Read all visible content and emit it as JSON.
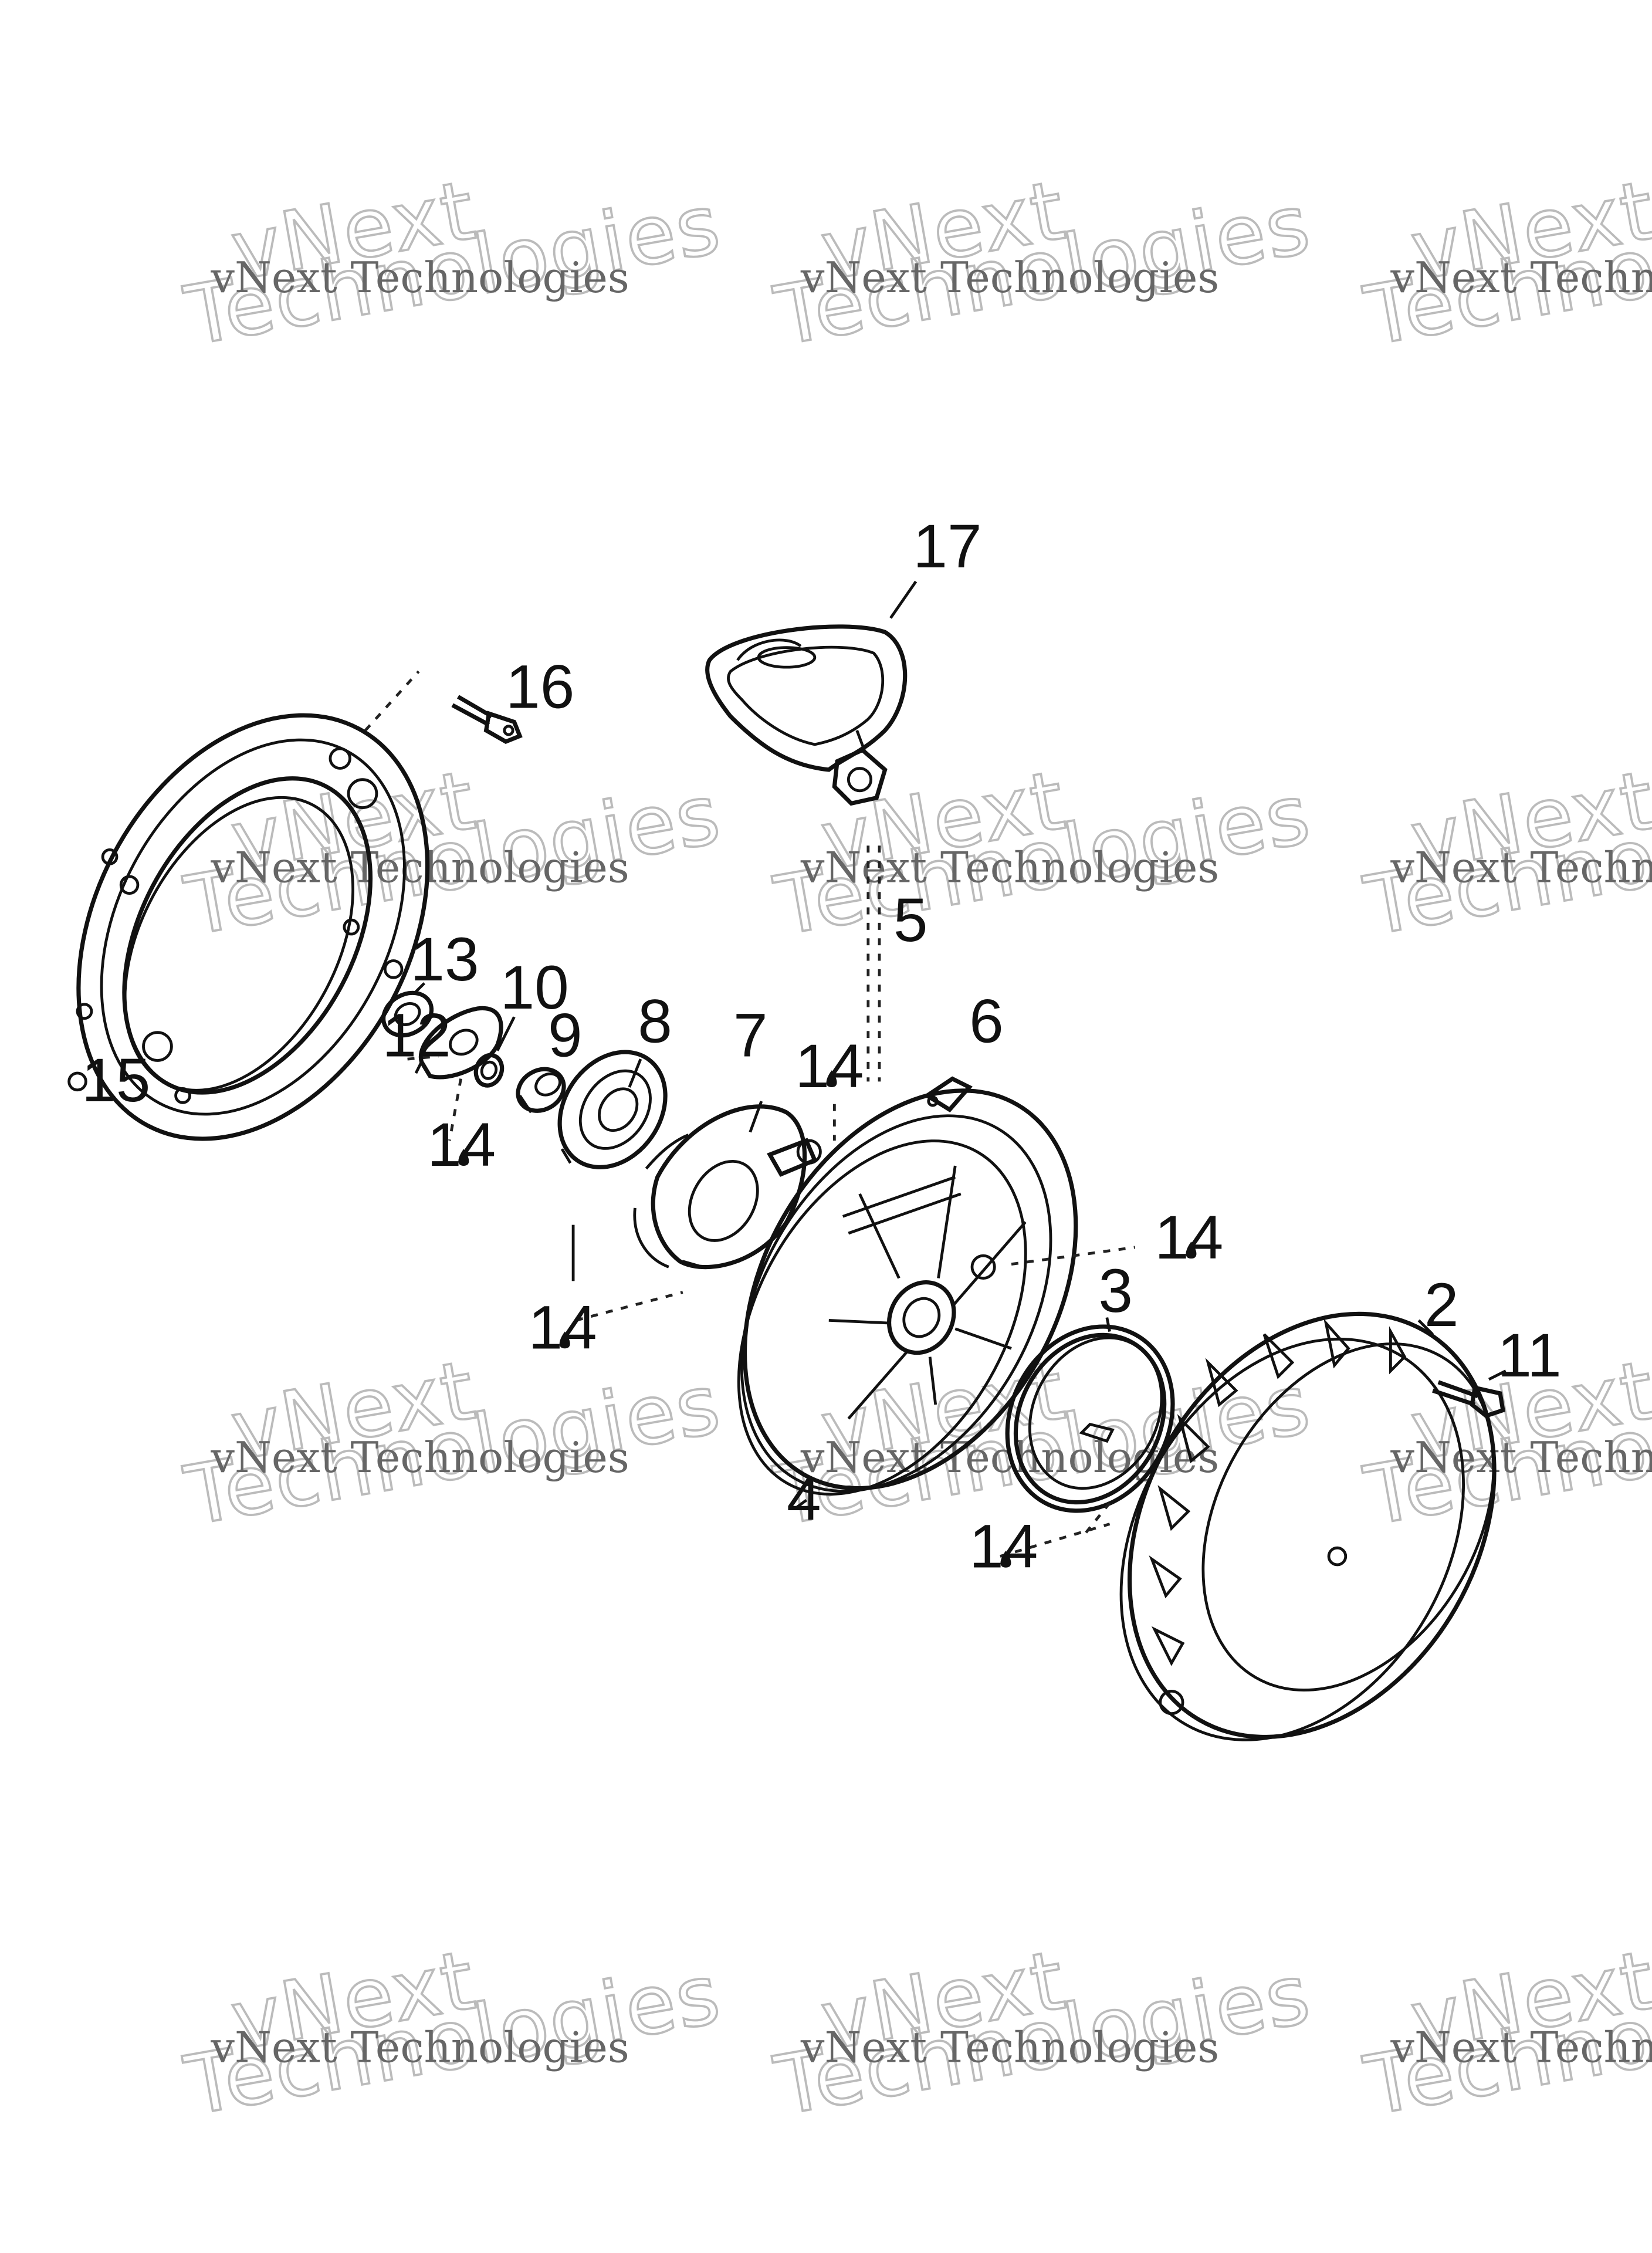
{
  "diagram": {
    "callouts": [
      {
        "id": "c17",
        "text": "17"
      },
      {
        "id": "c16",
        "text": "16"
      },
      {
        "id": "c5",
        "text": "5"
      },
      {
        "id": "c6",
        "text": "6"
      },
      {
        "id": "c13",
        "text": "13"
      },
      {
        "id": "c10",
        "text": "10"
      },
      {
        "id": "c12",
        "text": "12"
      },
      {
        "id": "c9",
        "text": "9"
      },
      {
        "id": "c8",
        "text": "8"
      },
      {
        "id": "c7",
        "text": "7"
      },
      {
        "id": "c14a",
        "text": "14"
      },
      {
        "id": "c14b",
        "text": "14"
      },
      {
        "id": "c14c",
        "text": "14"
      },
      {
        "id": "c14d",
        "text": "14"
      },
      {
        "id": "c14e",
        "text": "14"
      },
      {
        "id": "c15",
        "text": "15"
      },
      {
        "id": "c3",
        "text": "3"
      },
      {
        "id": "c2",
        "text": "2"
      },
      {
        "id": "c11",
        "text": "11"
      },
      {
        "id": "c4",
        "text": "4"
      }
    ],
    "lubricant_icon": "oil-drop-icon"
  },
  "watermark": {
    "line1": "vNext Technologies",
    "line2a": "vNext",
    "line2b": "Technologies"
  }
}
